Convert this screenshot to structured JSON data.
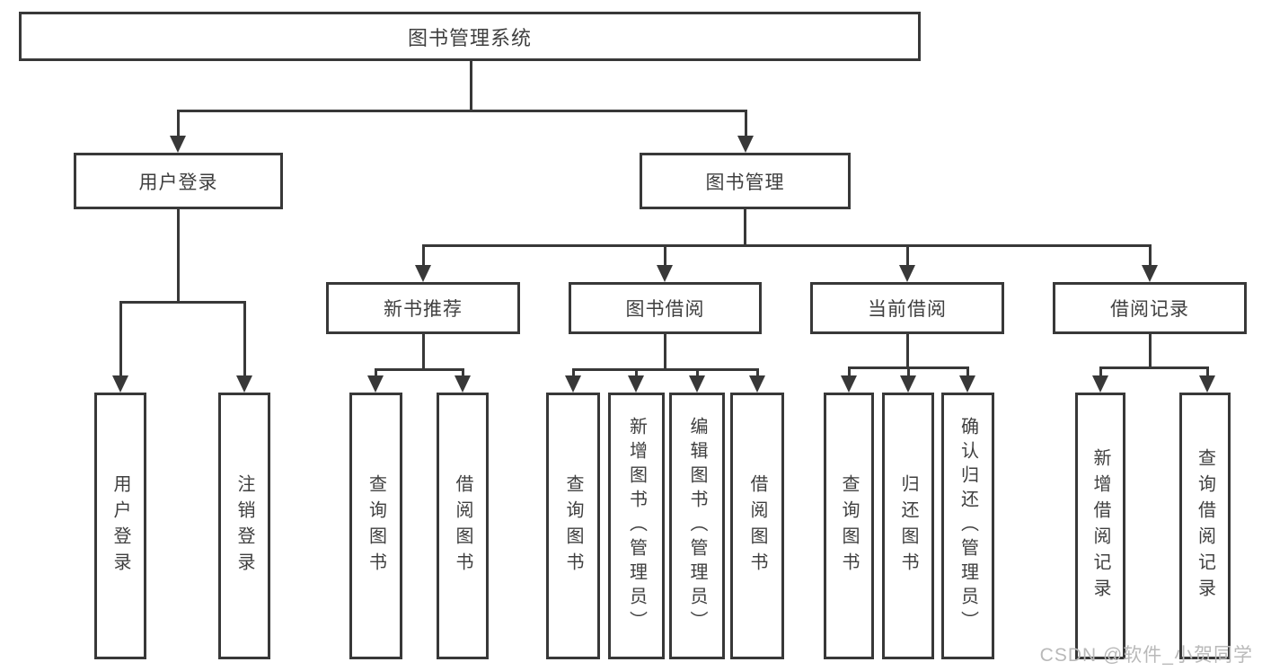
{
  "diagram": {
    "title": "图书管理系统",
    "level1": {
      "user_login": "用户登录",
      "book_management": "图书管理"
    },
    "level2": {
      "new_book_recommend": "新书推荐",
      "book_borrowing": "图书借阅",
      "current_borrowing": "当前借阅",
      "borrowing_records": "借阅记录"
    },
    "leaves": {
      "user_login": "用户登录",
      "logout": "注销登录",
      "recommend_query_books": "查询图书",
      "recommend_borrow_books": "借阅图书",
      "borrow_query_books": "查询图书",
      "borrow_add_books_admin": "新增图书（管理员）",
      "borrow_edit_books_admin": "编辑图书（管理员）",
      "borrow_borrow_books": "借阅图书",
      "current_query_books": "查询图书",
      "current_return_books": "归还图书",
      "current_confirm_return_admin": "确认归还（管理员）",
      "records_add_record": "新增借阅记录",
      "records_query_record": "查询借阅记录"
    },
    "colors": {
      "line": "#383838",
      "text": "#3f3f3f",
      "watermark_text": "#b9b9b9",
      "background": "#ffffff"
    }
  },
  "watermark": "CSDN @软件_小贺同学"
}
